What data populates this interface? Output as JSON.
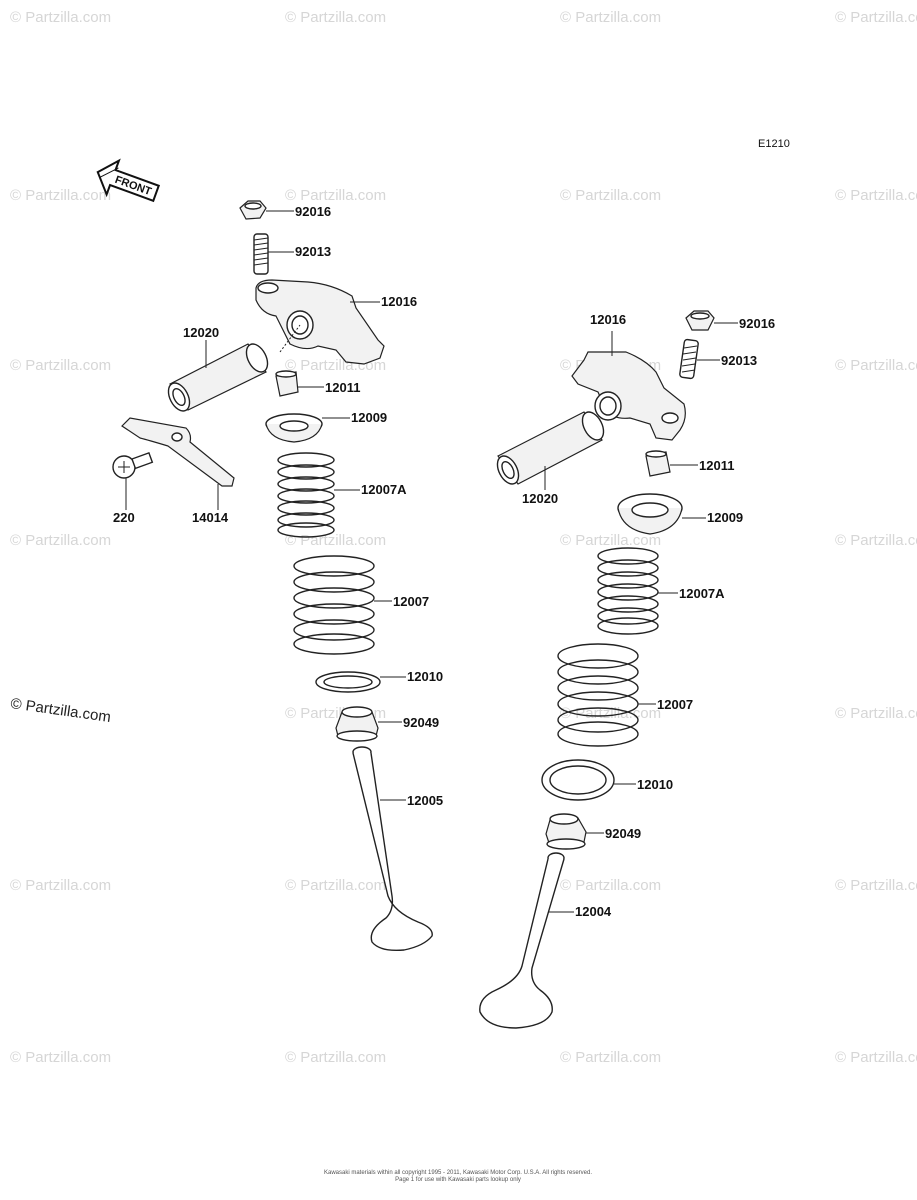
{
  "diagram": {
    "code": "E1210",
    "front_label": "FRONT",
    "callouts": {
      "l_92016": "92016",
      "l_92013": "92013",
      "l_12016": "12016",
      "l_12020": "12020",
      "l_12011": "12011",
      "l_12009": "12009",
      "l_12007A": "12007A",
      "l_220": "220",
      "l_14014": "14014",
      "l_12007": "12007",
      "l_12010": "12010",
      "l_92049": "92049",
      "l_12005": "12005",
      "r_12016": "12016",
      "r_92016": "92016",
      "r_92013": "92013",
      "r_12011": "12011",
      "r_12020": "12020",
      "r_12009": "12009",
      "r_12007A": "12007A",
      "r_12007": "12007",
      "r_12010": "12010",
      "r_92049": "92049",
      "r_12004": "12004"
    }
  },
  "watermark": {
    "text": "© Partzilla.com",
    "main_text": "© Partzilla.com"
  },
  "footer": {
    "line1": "Kawasaki materials within all copyright 1995 - 2011, Kawasaki Motor Corp. U.S.A. All rights reserved.",
    "line2": "Page 1 for use with Kawasaki parts lookup only"
  }
}
